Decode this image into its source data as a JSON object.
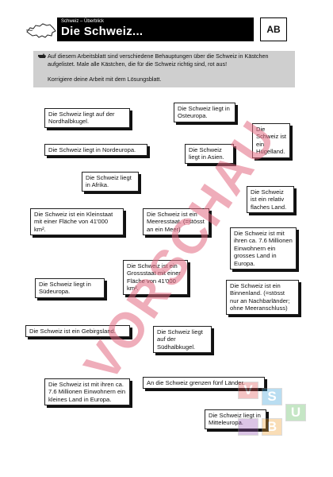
{
  "header": {
    "subtitle": "Schweiz – Überblick",
    "title": "Die Schweiz...",
    "badge": "AB"
  },
  "instructions": {
    "line1": "Auf diesem Arbeitsblatt sind verschiedene Behauptungen über die Schweiz in Kästchen aufgelistet. Male alle Kästchen, die für die Schweiz richtig sind, rot aus!",
    "line2": "Korrigiere deine Arbeit mit dem Lösungsblatt."
  },
  "statements": [
    "Die Schweiz liegt auf der Nordhalbkugel.",
    "Die Schweiz liegt in Osteuropa.",
    "Die Schweiz ist ein Hügelland.",
    "Die Schweiz liegt in Nordeuropa.",
    "Die Schweiz liegt in Asien.",
    "Die Schweiz liegt in Afrika.",
    "Die Schweiz ist ein relativ flaches Land.",
    "Die Schweiz ist ein Kleinstaat mit einer Fläche von 41'000 km².",
    "Die Schweiz ist ein Meeresstaat. (=stösst an ein Meer)",
    "Die Schweiz ist mit ihren ca. 7.6 Millionen Einwohnern ein grosses Land in Europa.",
    "Die Schweiz ist ein Grossstaat mit einer Fläche von 41'000 km².",
    "Die Schweiz liegt in Südeuropa.",
    "Die Schweiz ist ein Binnenland. (=stösst nur an Nachbarländer; ohne Meeranschluss)",
    "Die Schweiz ist ein Gebirgsland.",
    "Die Schweiz liegt auf der Südhalbkugel.",
    "Die Schweiz ist mit ihren ca. 7.6 Millionen Einwohnern ein kleines Land in Europa.",
    "An die Schweiz grenzen fünf Länder.",
    "Die Schweiz liegt in Mitteleuropa."
  ],
  "watermark": "VORSCHAU",
  "logo": {
    "letters": [
      "V",
      "S",
      "U",
      "B"
    ],
    "colors": [
      "#e25555",
      "#3aa0d8",
      "#5cb85c",
      "#f0a030",
      "#9b59b6"
    ]
  }
}
